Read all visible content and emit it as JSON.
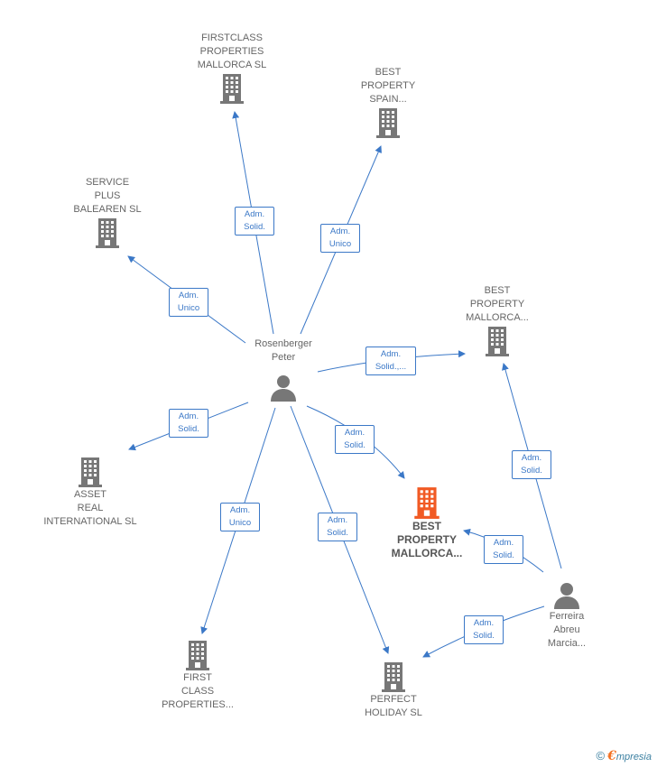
{
  "colors": {
    "edge": "#3b78c7",
    "company": "#777777",
    "person": "#777777",
    "highlight": "#f15a24"
  },
  "nodes": {
    "firstclass": {
      "label": "FIRSTCLASS\nPROPERTIES\nMALLORCA SL",
      "icon": "building-icon"
    },
    "best_spain": {
      "label": "BEST\nPROPERTY\nSPAIN...",
      "icon": "building-icon"
    },
    "service_plus": {
      "label": "SERVICE\nPLUS\nBALEAREN SL",
      "icon": "building-icon"
    },
    "best_mallorca_top": {
      "label": "BEST\nPROPERTY\nMALLORCA...",
      "icon": "building-icon"
    },
    "rosenberger": {
      "label": "Rosenberger\nPeter",
      "icon": "person-icon"
    },
    "asset_real": {
      "label": "ASSET\nREAL\nINTERNATIONAL SL",
      "icon": "building-icon"
    },
    "best_mallorca_main": {
      "label": "BEST\nPROPERTY\nMALLORCA...",
      "icon": "building-icon"
    },
    "ferreira": {
      "label": "Ferreira\nAbreu\nMarcia...",
      "icon": "person-icon"
    },
    "first_class": {
      "label": "FIRST\nCLASS\nPROPERTIES...",
      "icon": "building-icon"
    },
    "perfect_holiday": {
      "label": "PERFECT\nHOLIDAY SL",
      "icon": "building-icon"
    }
  },
  "edges": {
    "e1": "Adm.\nSolid.",
    "e2": "Adm.\nUnico",
    "e3": "Adm.\nUnico",
    "e4": "Adm.\nSolid.,...",
    "e5": "Adm.\nSolid.",
    "e6": "Adm.\nSolid.",
    "e7": "Adm.\nUnico",
    "e8": "Adm.\nSolid.",
    "e9": "Adm.\nSolid.",
    "e10": "Adm.\nSolid.",
    "e11": "Adm.\nSolid."
  },
  "footer": {
    "copyright": "©",
    "brand_initial": "€",
    "brand_rest": "mpresia"
  }
}
